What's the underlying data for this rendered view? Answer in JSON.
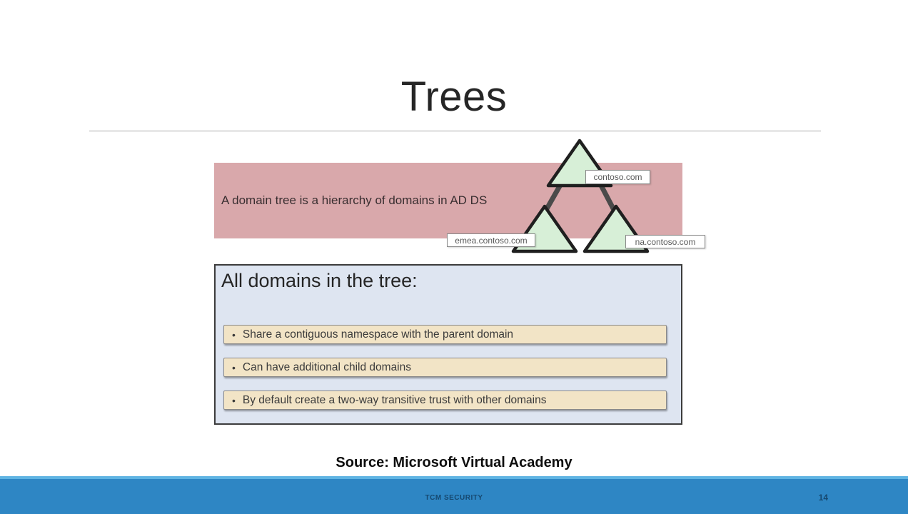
{
  "slide": {
    "title": "Trees",
    "definition": "A domain tree is a hierarchy of domains in AD DS",
    "tree": {
      "root_label": "contoso.com",
      "child_left_label": "emea.contoso.com",
      "child_right_label": "na.contoso.com"
    },
    "domains_box": {
      "heading": "All domains in the tree:",
      "bullet_glyph": "•",
      "bullets": [
        "Share a contiguous namespace with the parent domain",
        "Can have additional child domains",
        "By default create a two-way transitive trust with other domains"
      ]
    },
    "source": "Source: Microsoft Virtual Academy",
    "footer": {
      "company": "TCM SECURITY",
      "page_number": "14"
    },
    "colors": {
      "definition_box_fill": "#d9a8ab",
      "triangle_fill": "#d7efd7",
      "triangle_border": "#1f1f1f",
      "connector": "#4a4a4a",
      "domains_box_fill": "#dee5f1",
      "domains_box_border": "#3c3c3c",
      "bullet_box_fill": "#f2e4c6",
      "bullet_box_border": "#8a8a8a",
      "footer_bar": "#2e86c4",
      "footer_accent": "#5fb4e3",
      "footer_text": "#16486f"
    }
  }
}
